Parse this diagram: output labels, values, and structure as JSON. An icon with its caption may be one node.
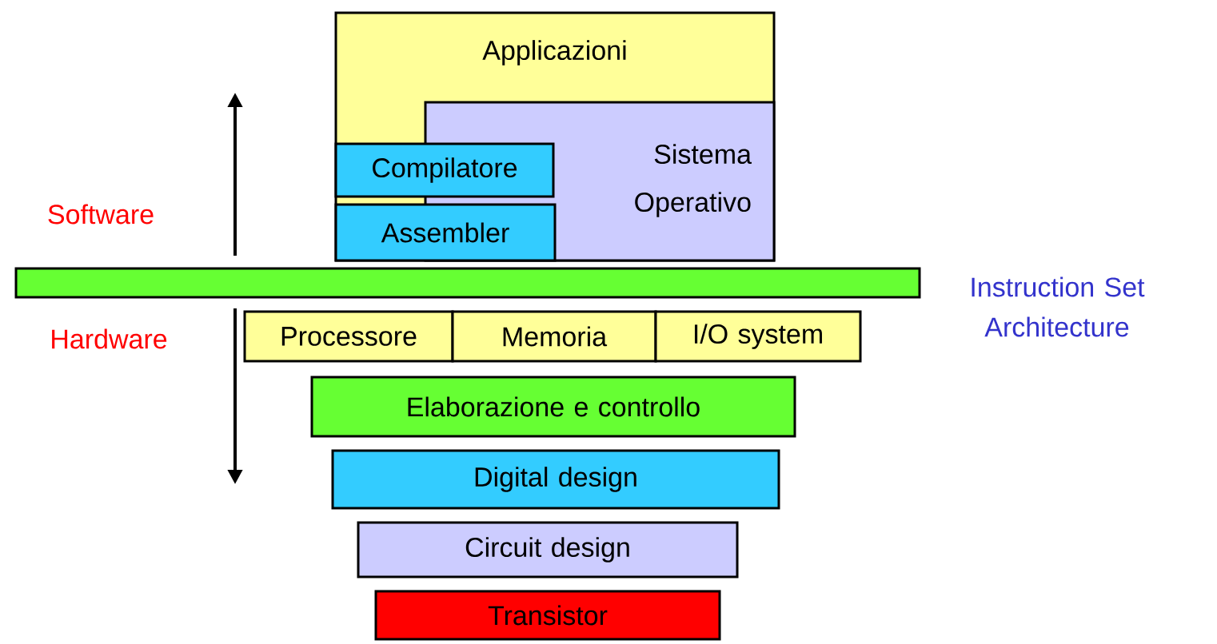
{
  "diagram": {
    "nodes": [
      {
        "text": [
          "Applicazioni"
        ]
      },
      {
        "text": [
          "Sistema Operativo"
        ],
        "in": 0
      },
      {
        "text": [
          "Compilatore"
        ],
        "in": 0
      },
      {
        "text": [
          "Assembler"
        ],
        "in": 0
      },
      {
        "text": [],
        "shape": "bar",
        "beside": [
          "Instruction Set Architecture"
        ]
      },
      {
        "text": [
          "Processore"
        ]
      },
      {
        "text": [
          "Memoria"
        ]
      },
      {
        "text": [
          "I/O system"
        ]
      },
      {
        "text": [
          "Elaborazione e controllo"
        ]
      },
      {
        "text": [
          "Digital design"
        ]
      },
      {
        "text": [
          "Circuit design"
        ]
      },
      {
        "text": [
          "Transistor"
        ]
      }
    ],
    "labels": [
      "Software",
      "Hardware"
    ]
  }
}
